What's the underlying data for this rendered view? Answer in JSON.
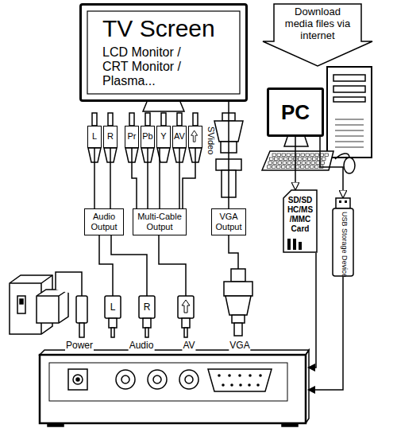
{
  "diagram": {
    "nodes": [
      {
        "text": [
          "TV Screen",
          "LCD Monitor / CRT Monitor / Plasma..."
        ]
      },
      {
        "text": [
          "Download media files via internet"
        ]
      },
      {
        "text": [
          "PC"
        ]
      },
      {
        "text": [
          "L"
        ]
      },
      {
        "text": [
          "R"
        ]
      },
      {
        "text": [
          "Pr"
        ]
      },
      {
        "text": [
          "Pb"
        ]
      },
      {
        "text": [
          "Y"
        ]
      },
      {
        "text": [
          "AV"
        ]
      },
      {
        "text": [
          "SVideo"
        ]
      },
      {
        "text": [
          "Audio Output"
        ]
      },
      {
        "text": [
          "Multi-Cable Output"
        ]
      },
      {
        "text": [
          "VGA Output"
        ]
      },
      {
        "text": [
          "SD/SD HC/MS /MMC Card"
        ]
      },
      {
        "text": [
          "USB Storage Device"
        ]
      }
    ],
    "edges": [
      {
        "from": 10,
        "to": 3,
        "arrow": "none"
      },
      {
        "from": 10,
        "to": 4,
        "arrow": "none"
      },
      {
        "from": 11,
        "to": 5,
        "arrow": "none"
      },
      {
        "from": 11,
        "to": 6,
        "arrow": "none"
      },
      {
        "from": 11,
        "to": 7,
        "arrow": "none"
      },
      {
        "from": 11,
        "to": 8,
        "arrow": "none"
      },
      {
        "from": 11,
        "to": 9,
        "arrow": "none"
      },
      {
        "from": 12,
        "to": 0,
        "arrow": "none"
      },
      {
        "from": 2,
        "to": 13,
        "arrow": "to"
      },
      {
        "from": 2,
        "to": 14,
        "arrow": "to"
      }
    ],
    "labels": [
      "L",
      "R",
      "Power",
      "Audio",
      "AV",
      "VGA"
    ]
  }
}
